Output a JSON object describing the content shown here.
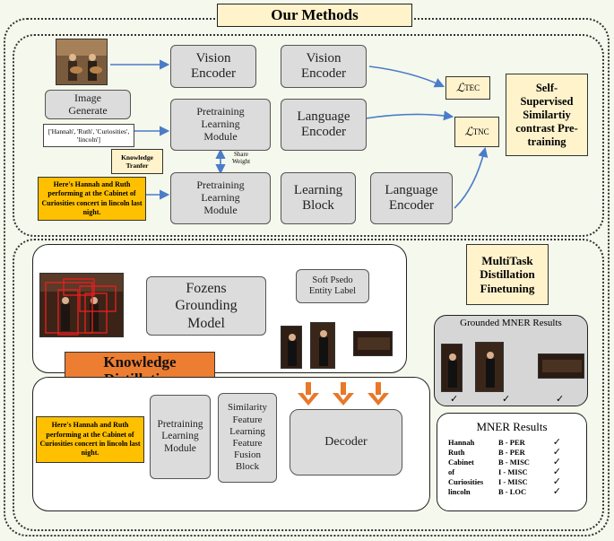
{
  "title": "Our Methods",
  "top": {
    "image_generate": "Image Generate",
    "vision_encoder_1": "Vision Encoder",
    "vision_encoder_2": "Vision Encoder",
    "entity_list": "['Hannah', 'Ruth', 'Curiosities', 'lincoln']",
    "pretraining_module_1": "Pretraining Learning Module",
    "pretraining_module_2": "Pretraining Learning Module",
    "language_encoder_1": "Language Encoder",
    "language_encoder_2": "Language Encoder",
    "knowledge_transfer": "Knowledge Tranfer",
    "share_weight": "Share Weight",
    "sentence": "Here's Hannah and Ruth performing at the Cabinet of Curiosities concert in lincoln last night.",
    "learning_block": "Learning Block",
    "loss_tec_symbol": "ℒ",
    "loss_tec_sub": "TEC",
    "loss_tnc_symbol": "ℒ",
    "loss_tnc_sub": "TNC",
    "self_supervised": "Self-Supervised Similartiy contrast Pre-training"
  },
  "bottom": {
    "frozen_grounding": "Fozens Grounding Model",
    "soft_pseudo": "Soft Psedo Entity Label",
    "knowledge_distillation": "Knowledge Distillation",
    "multitask": "MultiTask Distillation Finetuning",
    "grounded_results": "Grounded MNER Results",
    "sentence": "Here's Hannah and Ruth performing at the Cabinet of Curiosities concert in lincoln last night.",
    "pretraining_module": "Pretraining Learning Module",
    "fusion_block": "Similarity Feature Learning Feature Fusion Block",
    "decoder": "Decoder",
    "check_mark": "✓",
    "mner_results_title": "MNER Results",
    "mner_results": [
      {
        "token": "Hannah",
        "tag": "B - PER"
      },
      {
        "token": "Ruth",
        "tag": "B - PER"
      },
      {
        "token": "Cabinet",
        "tag": "B - MISC"
      },
      {
        "token": "of",
        "tag": "I - MISC"
      },
      {
        "token": "Curiosities",
        "tag": "I - MISC"
      },
      {
        "token": "lincoln",
        "tag": "B - LOC"
      }
    ]
  },
  "colors": {
    "arrow_blue": "#4a7cc9",
    "arrow_orange": "#e8782a",
    "highlight_yellow": "#ffc000",
    "label_cream": "#fff3cc",
    "distillation_orange": "#ed7d31"
  }
}
